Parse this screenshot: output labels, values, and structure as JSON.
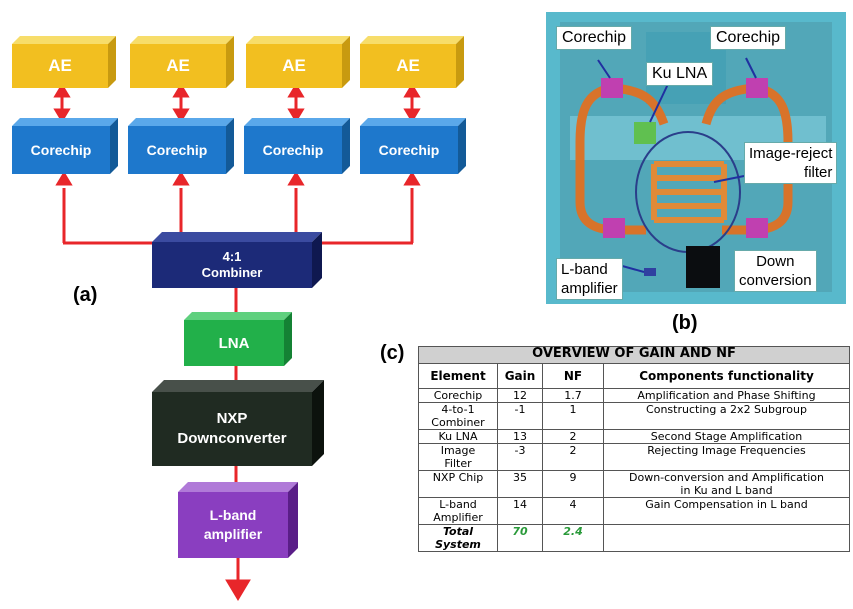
{
  "panel_a": {
    "label": "(a)",
    "ae_label": "AE",
    "corechip_label": "Corechip",
    "combiner": {
      "line1": "4:1",
      "line2": "Combiner"
    },
    "lna_label": "LNA",
    "nxp": {
      "line1": "NXP",
      "line2": "Downconverter"
    },
    "lband": {
      "line1": "L-band",
      "line2": "amplifier"
    }
  },
  "panel_b": {
    "label": "(b)",
    "corechip_left": "Corechip",
    "corechip_right": "Corechip",
    "ku_lna": "Ku LNA",
    "image_reject": {
      "line1": "Image-reject",
      "line2": "filter"
    },
    "lband": {
      "line1": "L-band",
      "line2": "amplifier"
    },
    "down": {
      "line1": "Down",
      "line2": "conversion"
    }
  },
  "panel_c": {
    "label": "(c)",
    "title": "OVERVIEW OF GAIN AND NF",
    "headers": [
      "Element",
      "Gain",
      "NF",
      "Components functionality"
    ],
    "rows": [
      {
        "element": [
          "Corechip"
        ],
        "gain": "12",
        "nf": "1.7",
        "func": [
          "Amplification and Phase Shifting"
        ]
      },
      {
        "element": [
          "4-to-1",
          "Combiner"
        ],
        "gain": "-1",
        "nf": "1",
        "func": [
          "Constructing a 2x2 Subgroup"
        ]
      },
      {
        "element": [
          "Ku LNA"
        ],
        "gain": "13",
        "nf": "2",
        "func": [
          "Second Stage Amplification"
        ]
      },
      {
        "element": [
          "Image",
          "Filter"
        ],
        "gain": "-3",
        "nf": "2",
        "func": [
          "Rejecting Image Frequencies"
        ]
      },
      {
        "element": [
          "NXP Chip"
        ],
        "gain": "35",
        "nf": "9",
        "func": [
          "Down-conversion and Amplification",
          "in Ku and L band"
        ]
      },
      {
        "element": [
          "L-band",
          "Amplifier"
        ],
        "gain": "14",
        "nf": "4",
        "func": [
          "Gain Compensation in L band"
        ]
      }
    ],
    "total": {
      "element": [
        "Total",
        "System"
      ],
      "gain": "70",
      "nf": "2.4"
    }
  },
  "colors": {
    "arrow": "#e8262a",
    "ae": "#f5c623",
    "corechip": "#1d7fd0",
    "combiner": "#1b2a78",
    "lna": "#22b04a",
    "nxp": "#1f2a20",
    "lband": "#8a3ec0"
  }
}
